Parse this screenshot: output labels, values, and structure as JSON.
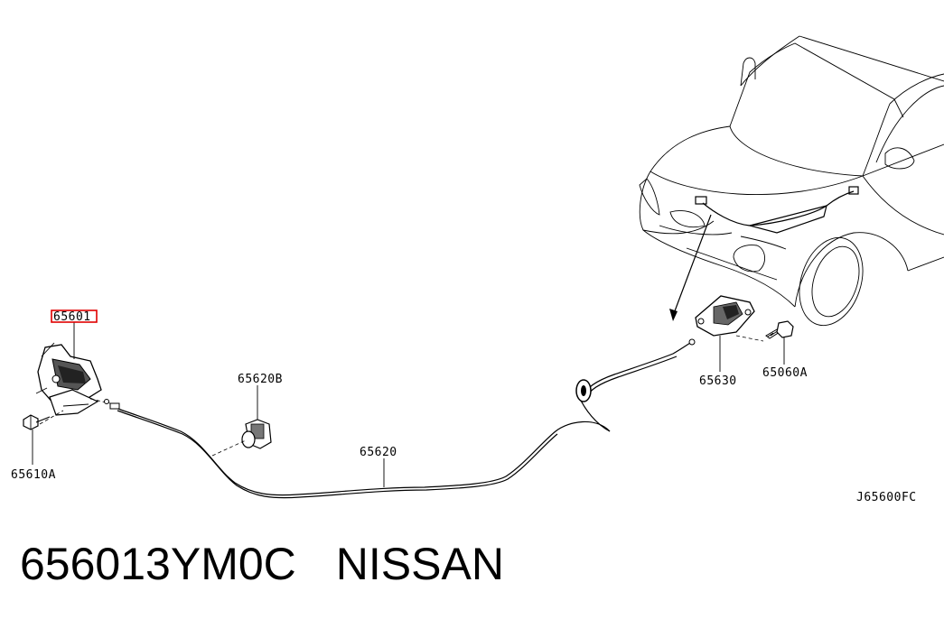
{
  "diagram": {
    "callouts": {
      "latch": "65601",
      "bolt_latch": "65610A",
      "clip": "65620B",
      "cable": "65620",
      "handle": "65630",
      "bolt_handle": "65060A",
      "figure_code": "J65600FC"
    },
    "highlight_color": "#e00000"
  },
  "caption": {
    "part_number": "656013YM0C",
    "brand": "NISSAN"
  }
}
